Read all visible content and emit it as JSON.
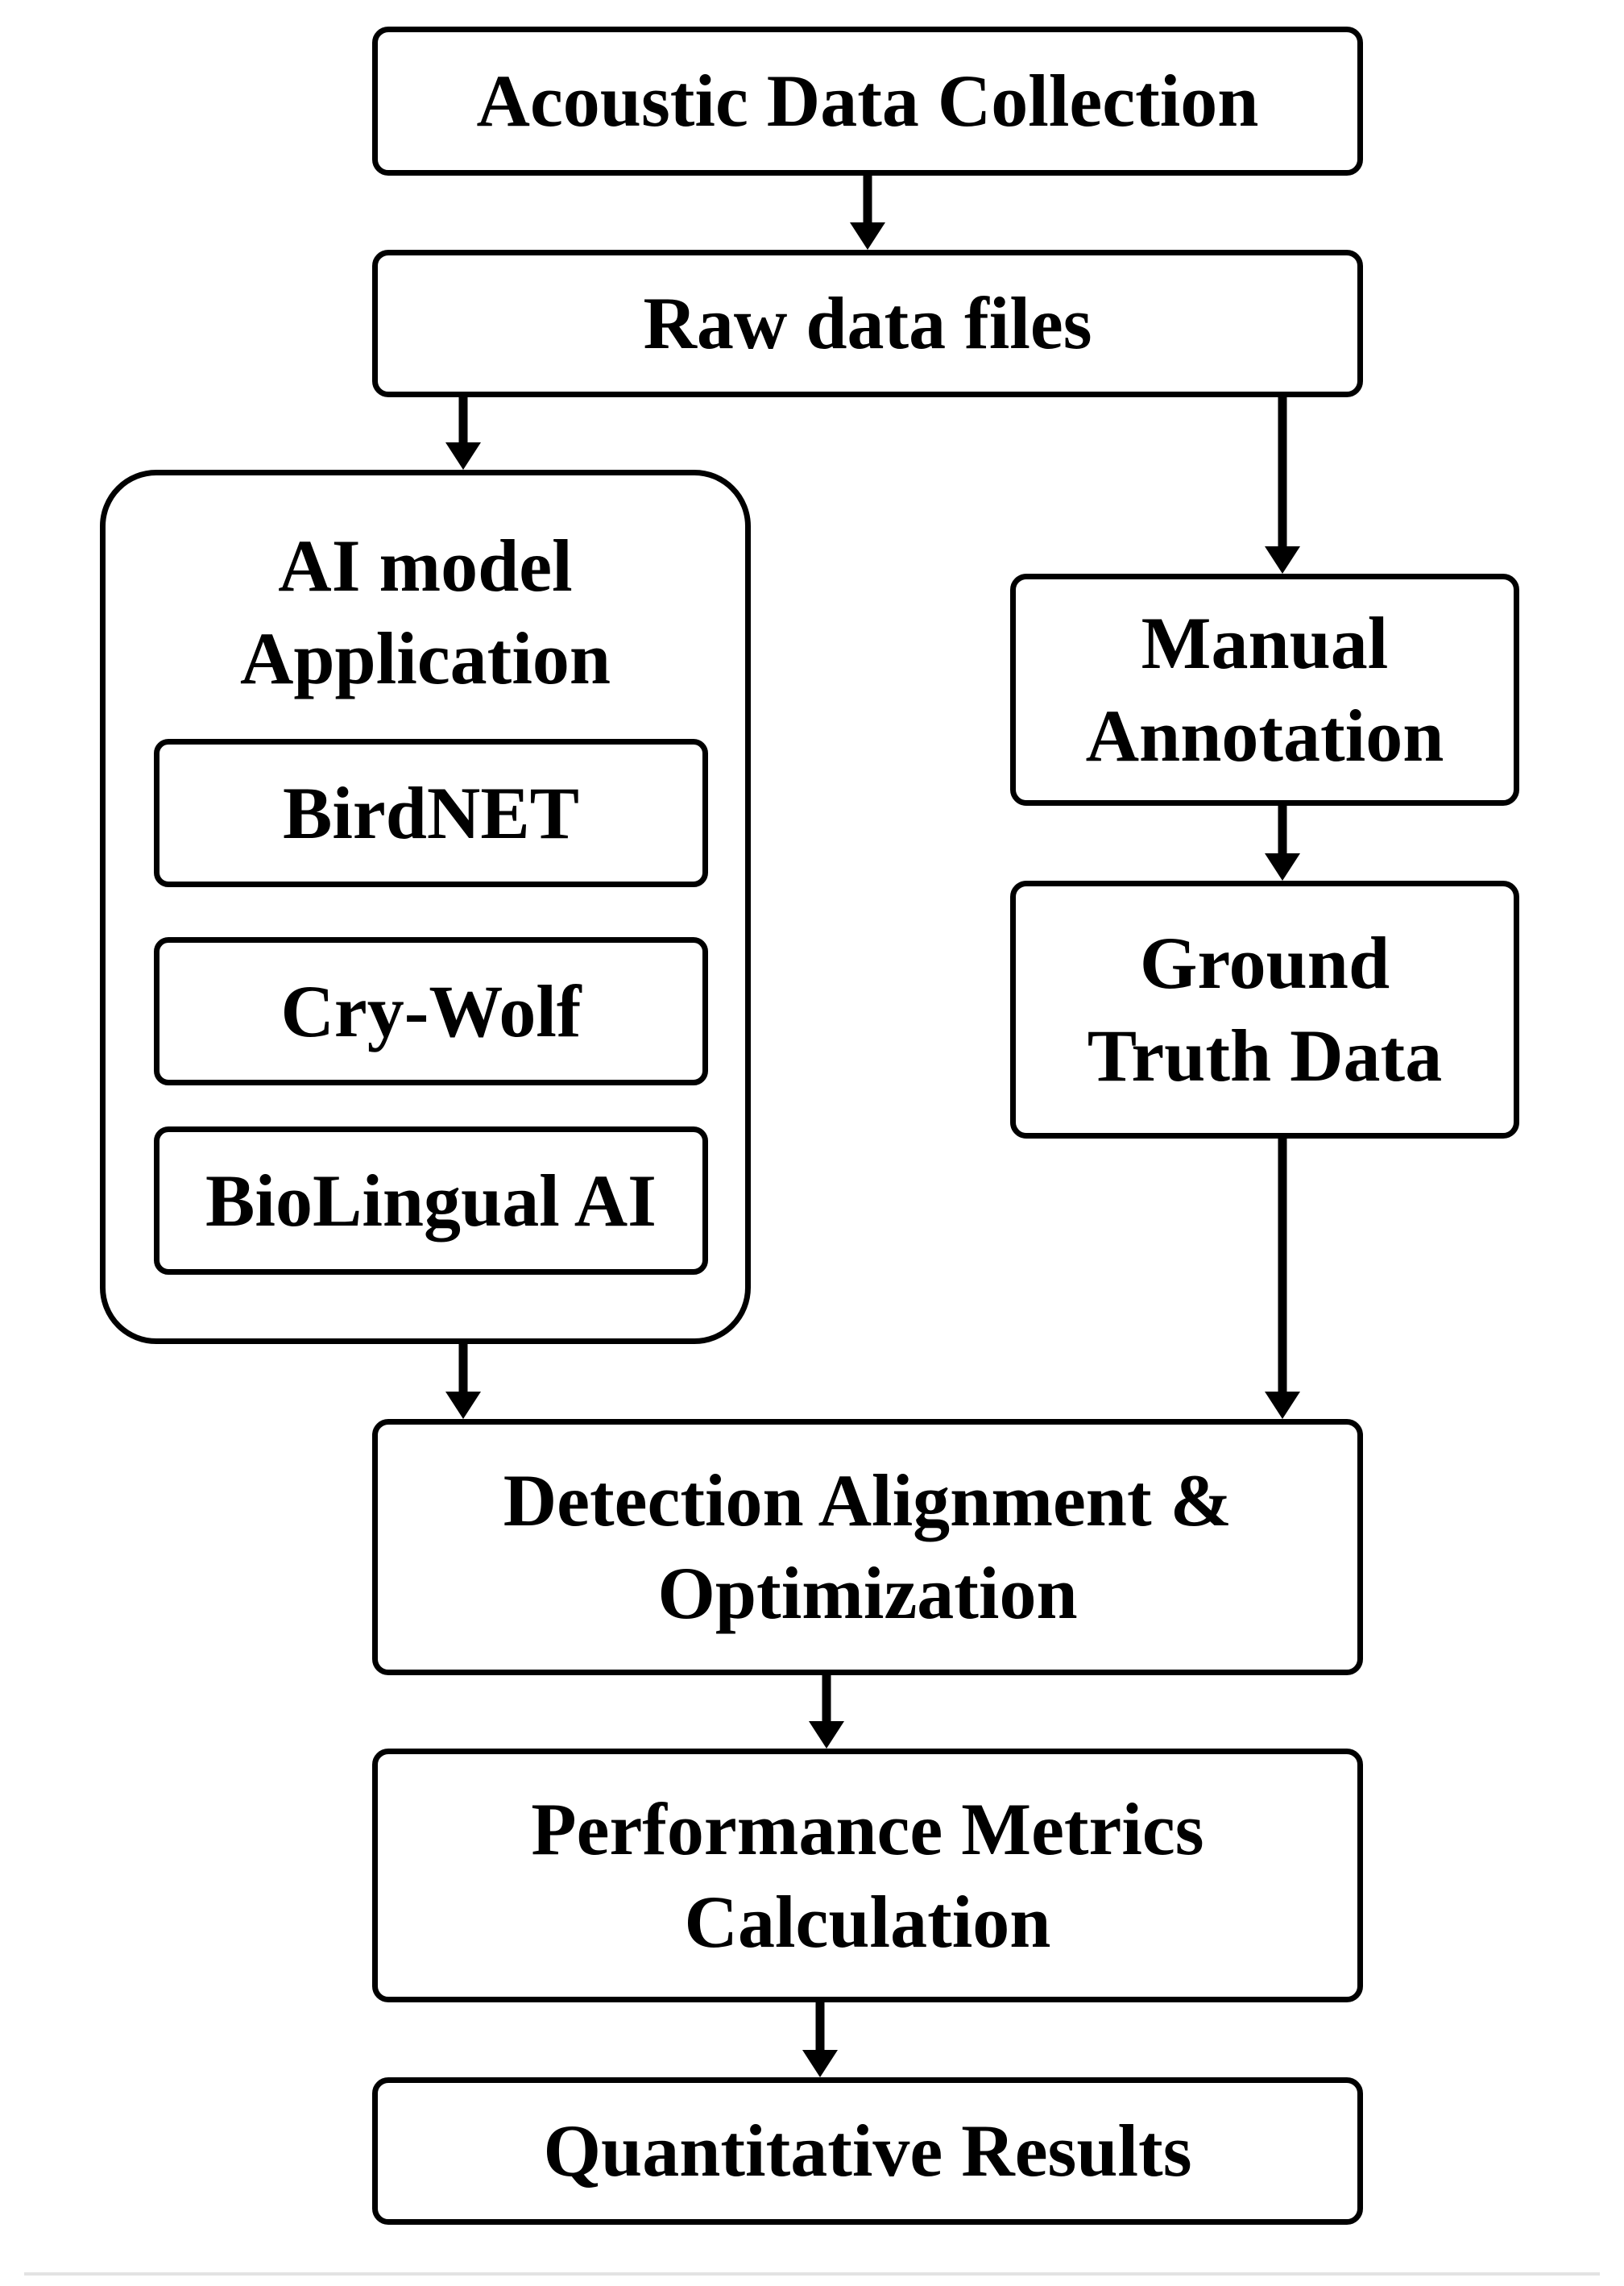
{
  "diagram": {
    "nodes": {
      "acoustic_data_collection": "Acoustic Data Collection",
      "raw_data_files": "Raw data files",
      "ai_model_application": "AI model Application",
      "manual_annotation": "Manual Annotation",
      "ground_truth_data": "Ground Truth Data",
      "detection_alignment": "Detection Alignment & Optimization",
      "performance_metrics": "Performance Metrics Calculation",
      "quantitative_results": "Quantitative Results"
    },
    "models": [
      "BirdNET",
      "Cry-Wolf",
      "BioLingual AI"
    ],
    "edges": [
      {
        "from": "acoustic_data_collection",
        "to": "raw_data_files"
      },
      {
        "from": "raw_data_files",
        "to": "ai_model_application"
      },
      {
        "from": "raw_data_files",
        "to": "manual_annotation"
      },
      {
        "from": "manual_annotation",
        "to": "ground_truth_data"
      },
      {
        "from": "ai_model_application",
        "to": "detection_alignment"
      },
      {
        "from": "ground_truth_data",
        "to": "detection_alignment"
      },
      {
        "from": "detection_alignment",
        "to": "performance_metrics"
      },
      {
        "from": "performance_metrics",
        "to": "quantitative_results"
      }
    ]
  }
}
